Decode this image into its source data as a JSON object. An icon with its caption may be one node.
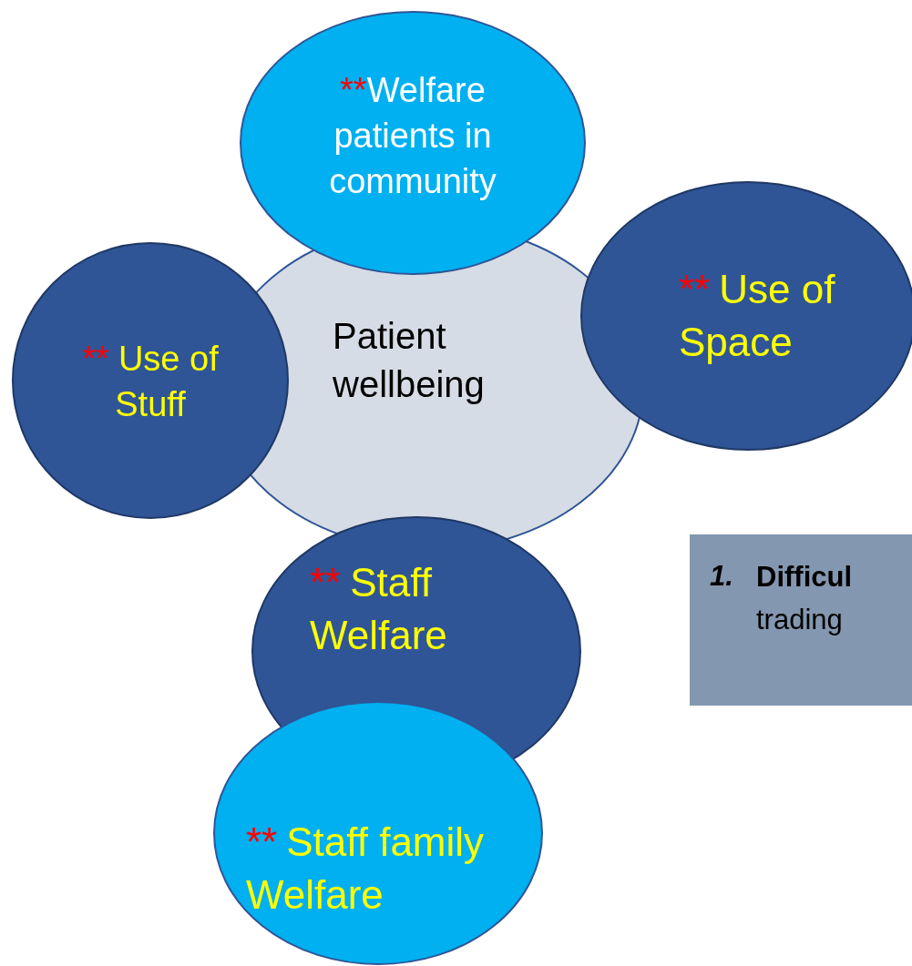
{
  "diagram": {
    "nodes": [
      {
        "text": [
          "**",
          "Welfare patients in community"
        ]
      },
      {
        "text": [
          "**",
          "Use of Stuff"
        ]
      },
      {
        "text": [
          "Patient wellbeing"
        ]
      },
      {
        "text": [
          "**",
          "Use of Space"
        ]
      },
      {
        "text": [
          "**",
          "Staff Welfare"
        ]
      },
      {
        "text": [
          "**",
          "Staff family Welfare"
        ]
      },
      {
        "text": [
          "1.",
          "**Difficul** trading"
        ]
      }
    ]
  }
}
